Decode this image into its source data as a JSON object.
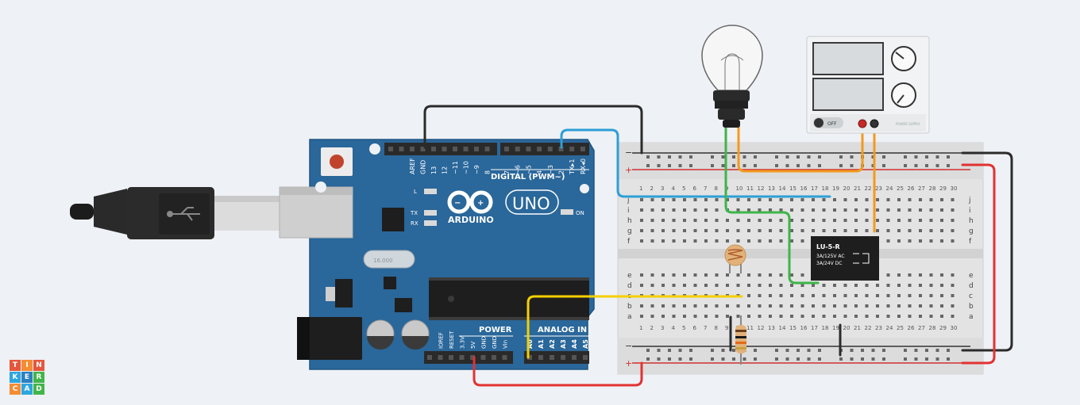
{
  "logo": {
    "letters": [
      "T",
      "I",
      "N",
      "K",
      "E",
      "R",
      "C",
      "A",
      "D"
    ],
    "colors": [
      "#e4573d",
      "#f48c32",
      "#e4573d",
      "#2da6e0",
      "#2c7fc0",
      "#42b549",
      "#f48c32",
      "#2da6e0",
      "#42b549"
    ]
  },
  "arduino": {
    "brand": "ARDUINO",
    "model": "UNO",
    "digital_label": "DIGITAL (PWM~)",
    "power_label": "POWER",
    "analog_label": "ANALOG IN",
    "on_label": "ON",
    "l_label": "L",
    "tx_label": "TX",
    "rx_label": "RX",
    "crystal_label": "16.000",
    "top_pins": [
      "AREF",
      "GND",
      "13",
      "12",
      "~11",
      "~10",
      "~9",
      "8",
      "7",
      "~6",
      "~5",
      "4",
      "~3",
      "2",
      "TX▸1",
      "RX◂0"
    ],
    "power_pins": [
      "IOREF",
      "RESET",
      "3.3V",
      "5V",
      "GND",
      "GND",
      "Vin"
    ],
    "analog_pins": [
      "A0",
      "A1",
      "A2",
      "A3",
      "A4",
      "A5"
    ]
  },
  "breadboard": {
    "rows": [
      "a",
      "b",
      "c",
      "d",
      "e",
      "f",
      "g",
      "h",
      "i",
      "j"
    ],
    "column_numbers": [
      "1",
      "5",
      "10",
      "15",
      "20",
      "25",
      "30"
    ],
    "minus": "−",
    "plus": "+"
  },
  "relay": {
    "name": "LU-5-R",
    "spec1": "3A/125V AC",
    "spec2": "3A/24V DC"
  },
  "power_supply": {
    "switch_label": "OFF",
    "brand": "POWER SUPPLY"
  },
  "colors": {
    "board": "#2a679a",
    "wire_black": "#2b2b2b",
    "wire_blue": "#2d9fd6",
    "wire_red": "#e23232",
    "wire_orange": "#f29a1e",
    "wire_green": "#3db54a",
    "wire_yellow": "#f5d000"
  }
}
